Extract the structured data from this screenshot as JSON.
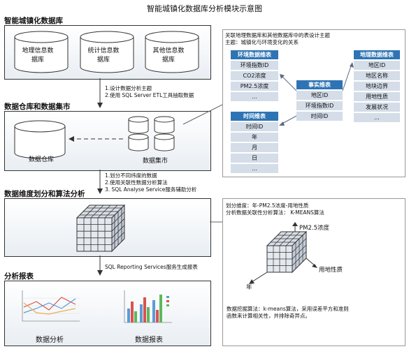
{
  "title": "智能城镇化数据库分析模块示意图",
  "sections": {
    "s1": "智能城镇化数据库",
    "s2": "数据仓库和数据集市",
    "s3": "数据维度划分和算法分析",
    "s4": "分析报表"
  },
  "databases": [
    "地理信息数据库",
    "统计信息数据库",
    "其他信息数据库"
  ],
  "steps1": [
    "1.设计数据分析主题",
    "2.使用 SQL Server ETL工具抽取数据"
  ],
  "steps2": [
    "1.划分不同纬度的数据",
    "2.使用关联性数据分析算法",
    "3. SQL Analyse Service服务辅助分析"
  ],
  "steps3": [
    "SQL Reporting Services服务生成报表"
  ],
  "warehouse_label": "数据仓库",
  "mart_label": "数据集市",
  "report_labels": [
    "数据分析",
    "数据报表"
  ],
  "schema": {
    "note1": "关联地理数据库和其他数据库中的表设计主题",
    "note2": "主题：城镇化与环境变化的关系",
    "env_title": "环境数据维表",
    "env_rows": [
      "环境指数ID",
      "CO2浓度",
      "PM2.5浓度",
      "..."
    ],
    "geo_title": "地理数据维表",
    "geo_rows": [
      "地区ID",
      "地区名称",
      "地块边界",
      "用地性质",
      "发展状况",
      "..."
    ],
    "fact_title": "事实维表",
    "fact_rows": [
      "地区ID",
      "环境指数ID",
      "时间ID"
    ],
    "time_title": "时间维表",
    "time_rows": [
      "时间ID",
      "年",
      "月",
      "日",
      "..."
    ]
  },
  "analysis": {
    "line1": "划分维度：年-PM2.5浓度-用地性质",
    "line2": "分析数据关联性分析算法：  K-MEANS算法",
    "axis_z": "PM2.5浓度",
    "axis_x": "用地性质",
    "axis_y": "年",
    "bottom1": "数据挖掘算法：k-means算法，采用误差平方和准则",
    "bottom2": "函数来计算相关性，并排除奇异点。"
  }
}
